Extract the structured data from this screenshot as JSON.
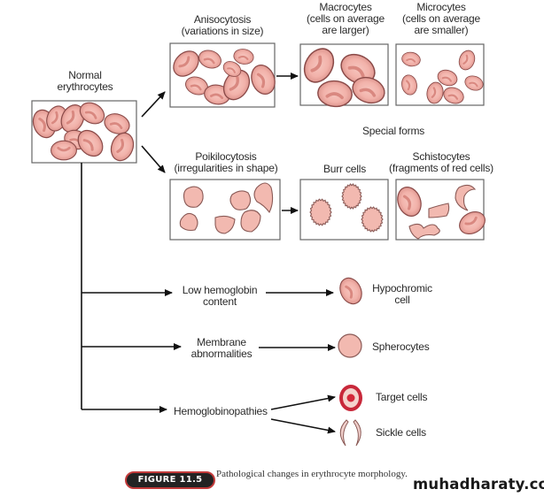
{
  "figure": {
    "badge": "FIGURE 11.5",
    "caption": "Pathological changes in erythrocyte morphology.",
    "watermark": "muhadharaty.com"
  },
  "nodes": {
    "normal": {
      "line1": "Normal",
      "line2": "erythrocytes"
    },
    "anisocytosis": {
      "line1": "Anisocytosis",
      "line2": "(variations in size)"
    },
    "macrocytes": {
      "line1": "Macrocytes",
      "line2": "(cells on average",
      "line3": "are larger)"
    },
    "microcytes": {
      "line1": "Microcytes",
      "line2": "(cells on average",
      "line3": "are smaller)"
    },
    "special_forms": "Special forms",
    "poikilocytosis": {
      "line1": "Poikilocytosis",
      "line2": "(irregularities in shape)"
    },
    "burr": "Burr cells",
    "schistocytes": {
      "line1": "Schistocytes",
      "line2": "(fragments of red cells)"
    },
    "low_hb": {
      "line1": "Low hemoglobin",
      "line2": "content"
    },
    "hypochromic": {
      "line1": "Hypochromic",
      "line2": "cell"
    },
    "membrane": {
      "line1": "Membrane",
      "line2": "abnormalities"
    },
    "spherocytes": "Spherocytes",
    "hemoglobinopathies": "Hemoglobinopathies",
    "target": "Target cells",
    "sickle": "Sickle cells"
  },
  "colors": {
    "cell_fill": "#f2b4ab",
    "cell_edge": "#8a4a48",
    "cell_center": "#e38f88",
    "target_red": "#d4283a",
    "badge_bg": "#232323",
    "badge_border": "#c23a3a"
  }
}
